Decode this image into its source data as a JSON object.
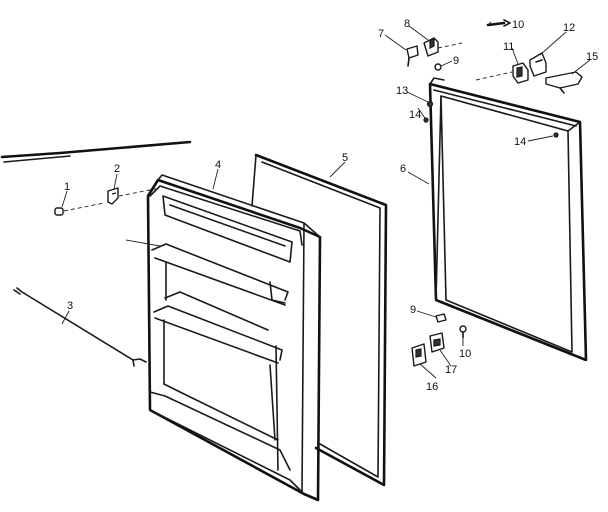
{
  "callouts": {
    "c1": "1",
    "c2": "2",
    "c3": "3",
    "c4": "4",
    "c5": "5",
    "c6": "6",
    "c7": "7",
    "c8": "8",
    "c9a": "9",
    "c9b": "9",
    "c10a": "10",
    "c10b": "10",
    "c11": "11",
    "c12": "12",
    "c13": "13",
    "c14a": "14",
    "c14b": "14",
    "c15": "15",
    "c16": "16",
    "c17": "17"
  }
}
